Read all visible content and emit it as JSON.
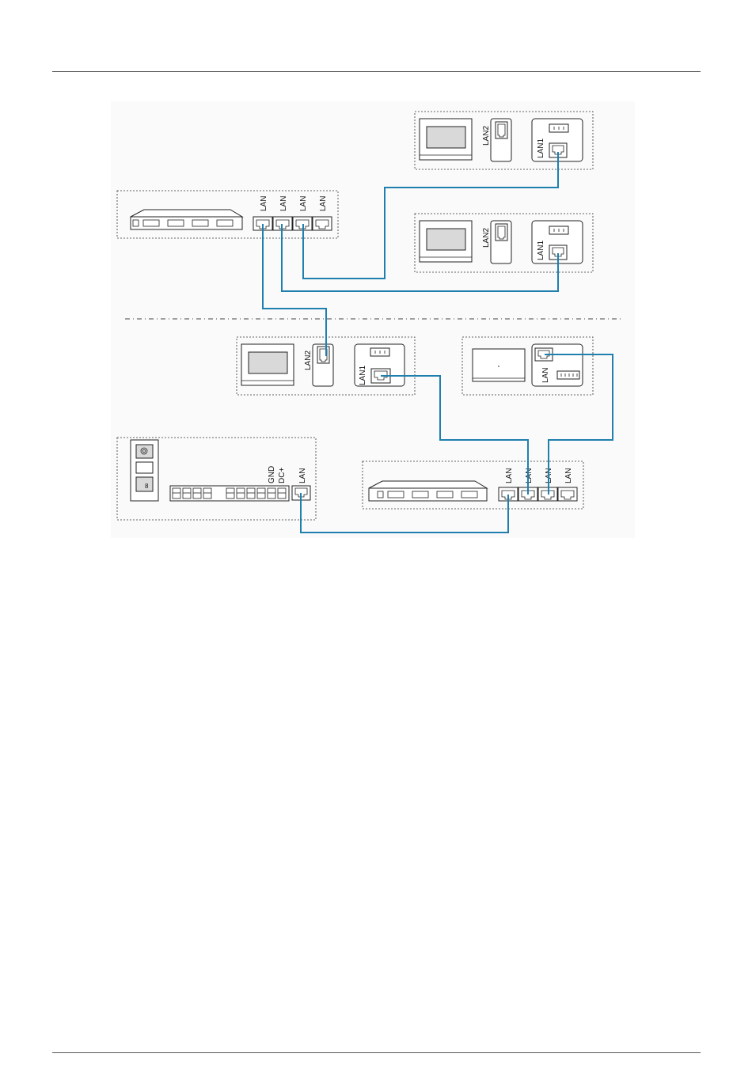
{
  "labels": {
    "lan": "LAN",
    "lan1": "LAN1",
    "lan2": "LAN2",
    "lan_1_spaced": "LAN1",
    "lan_2_spaced": "LAN2",
    "gnd": "GND",
    "dc_plus": "DC+"
  },
  "colors": {
    "cable": "#1f7fae",
    "outline": "#222222",
    "screen": "#d9d9d9",
    "background": "#ffffff"
  }
}
